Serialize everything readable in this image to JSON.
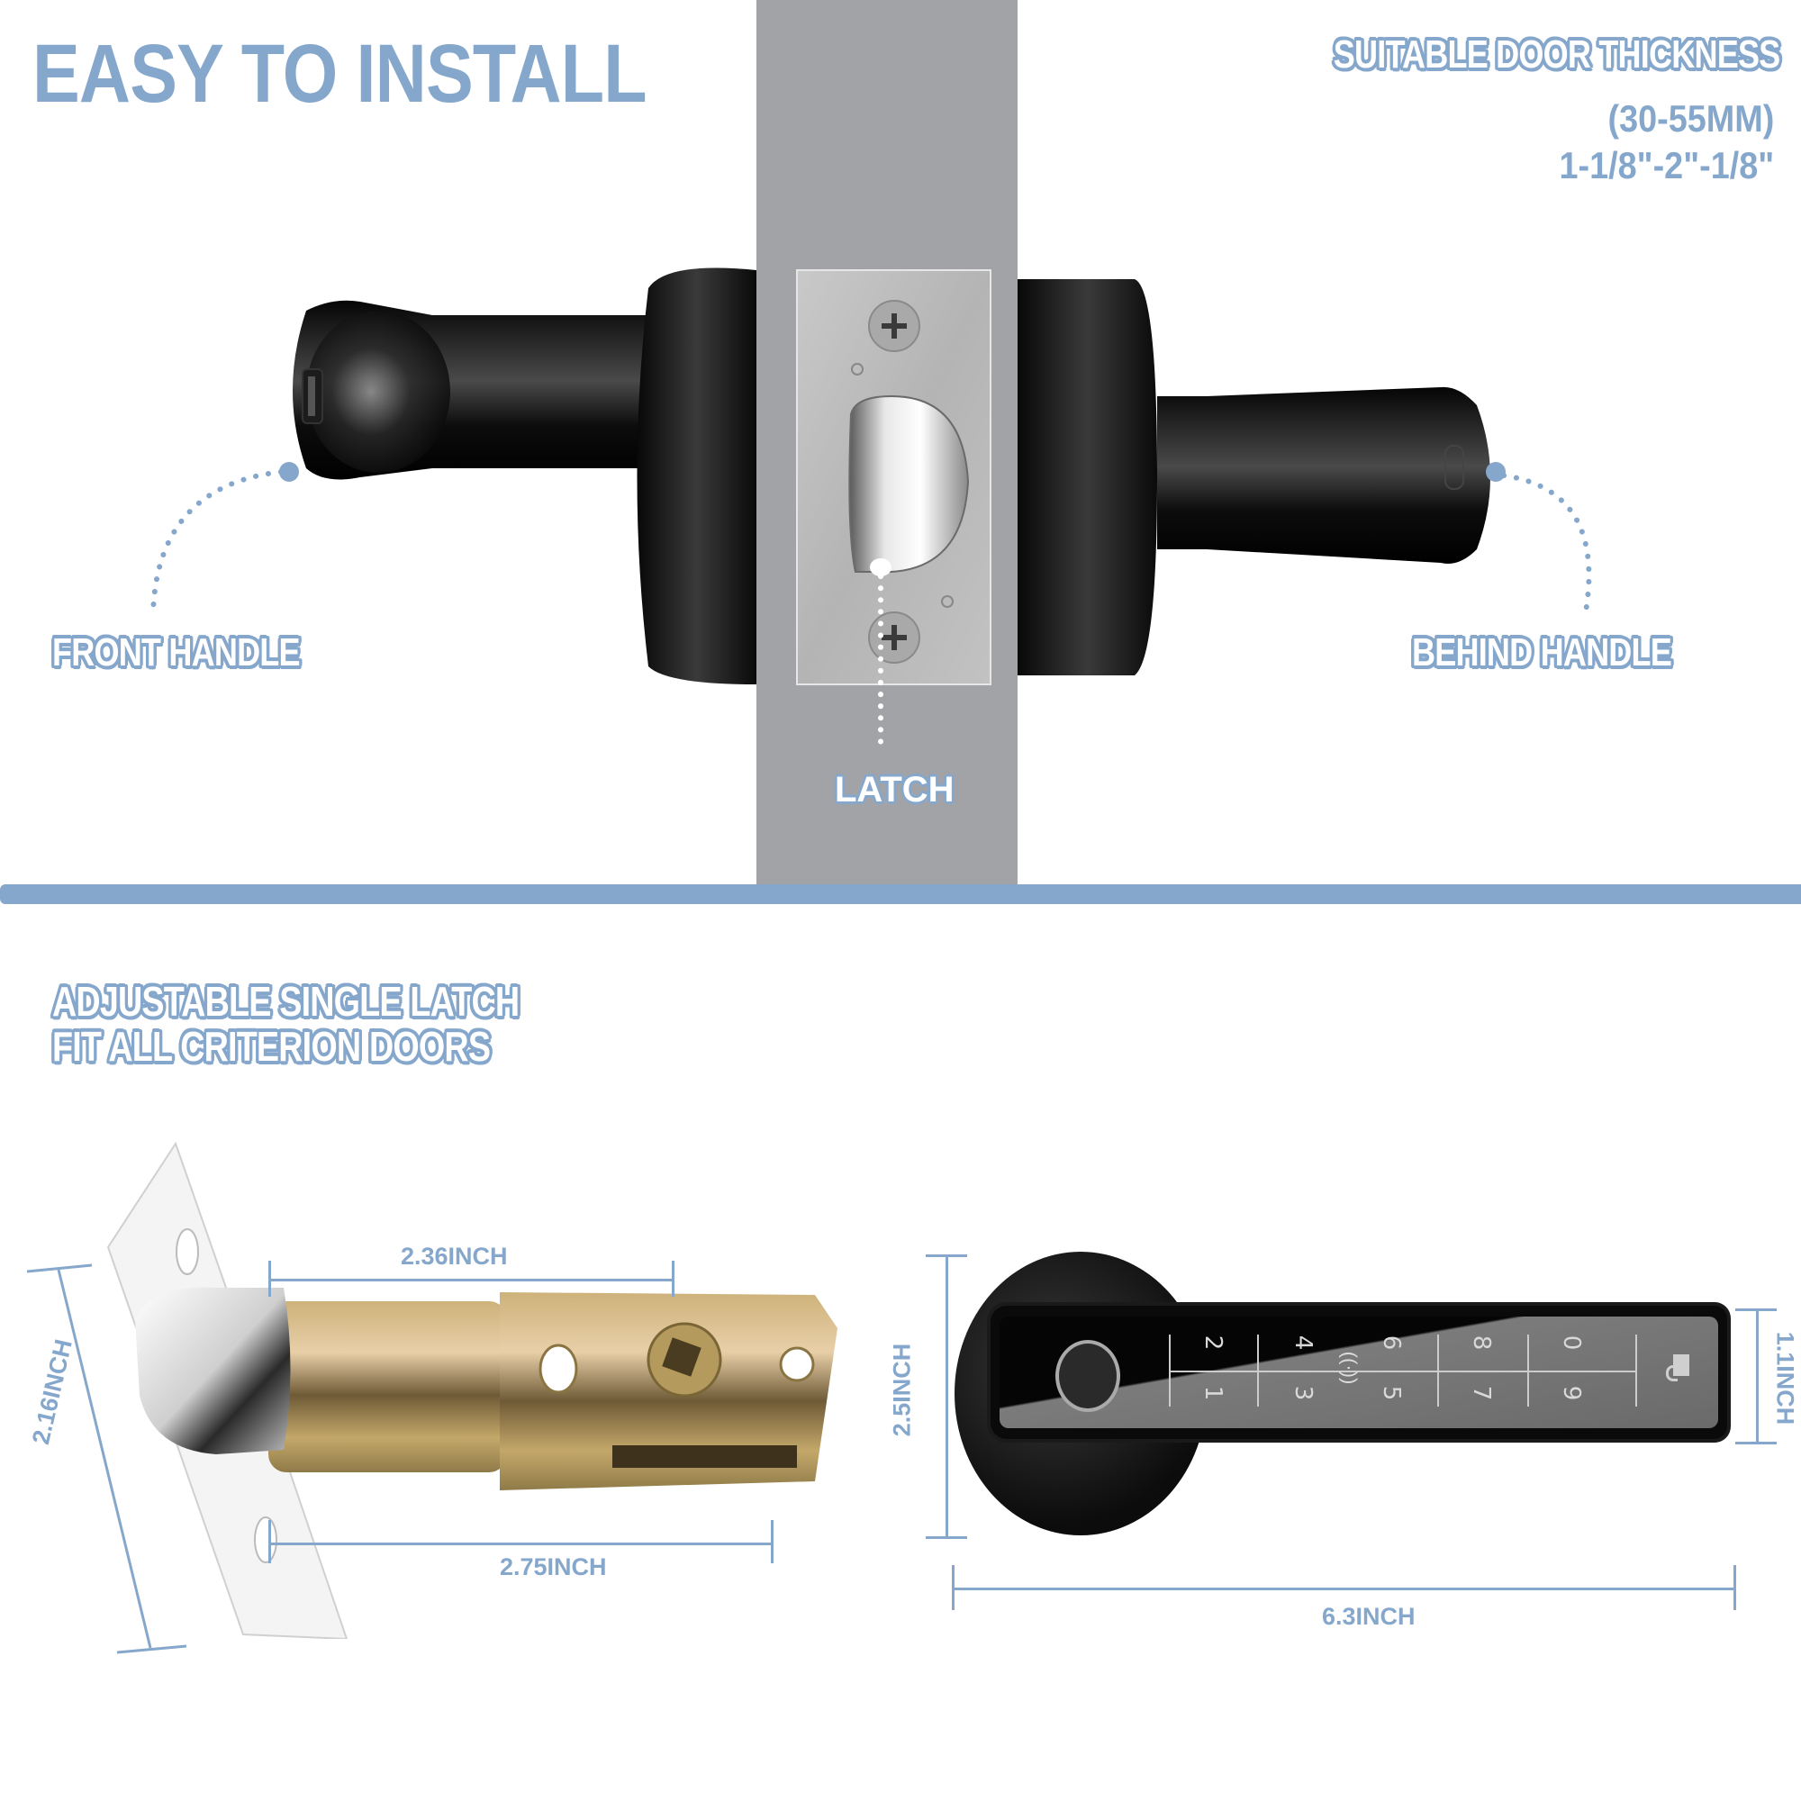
{
  "colors": {
    "accent": "#86a7cc",
    "door": "#a2a3a7",
    "handle": "#111111",
    "brass": "#b89a55",
    "chrome": "#d8d8d8"
  },
  "header": {
    "title": "EASY TO INSTALL",
    "thickness": {
      "title": "SUITABLE DOOR THICKNESS",
      "mm": "(30-55MM)",
      "inches": "1-1/8\"-2\"-1/8\""
    }
  },
  "install_diagram": {
    "callouts": {
      "front_handle": "FRONT HANDLE",
      "behind_handle": "BEHIND HANDLE",
      "latch": "LATCH"
    }
  },
  "latch_section": {
    "title_line1": "ADJUSTABLE SINGLE LATCH",
    "title_line2": "FIT ALL CRITERION DOORS",
    "dimensions": {
      "backset_short": "2.36INCH",
      "backset_long": "2.75INCH",
      "faceplate_height": "2.16INCH"
    }
  },
  "handle_section": {
    "dimensions": {
      "rose_diameter": "2.5INCH",
      "lever_height": "1.1INCH",
      "total_length": "6.3INCH"
    },
    "keypad": {
      "top_row": [
        "2",
        "4",
        "6",
        "8",
        "0"
      ],
      "bottom_row": [
        "1",
        "3",
        "5",
        "7",
        "9"
      ],
      "icons": [
        "fingerprint-sensor-icon",
        "nfc-icon",
        "unlock-icon"
      ]
    }
  }
}
